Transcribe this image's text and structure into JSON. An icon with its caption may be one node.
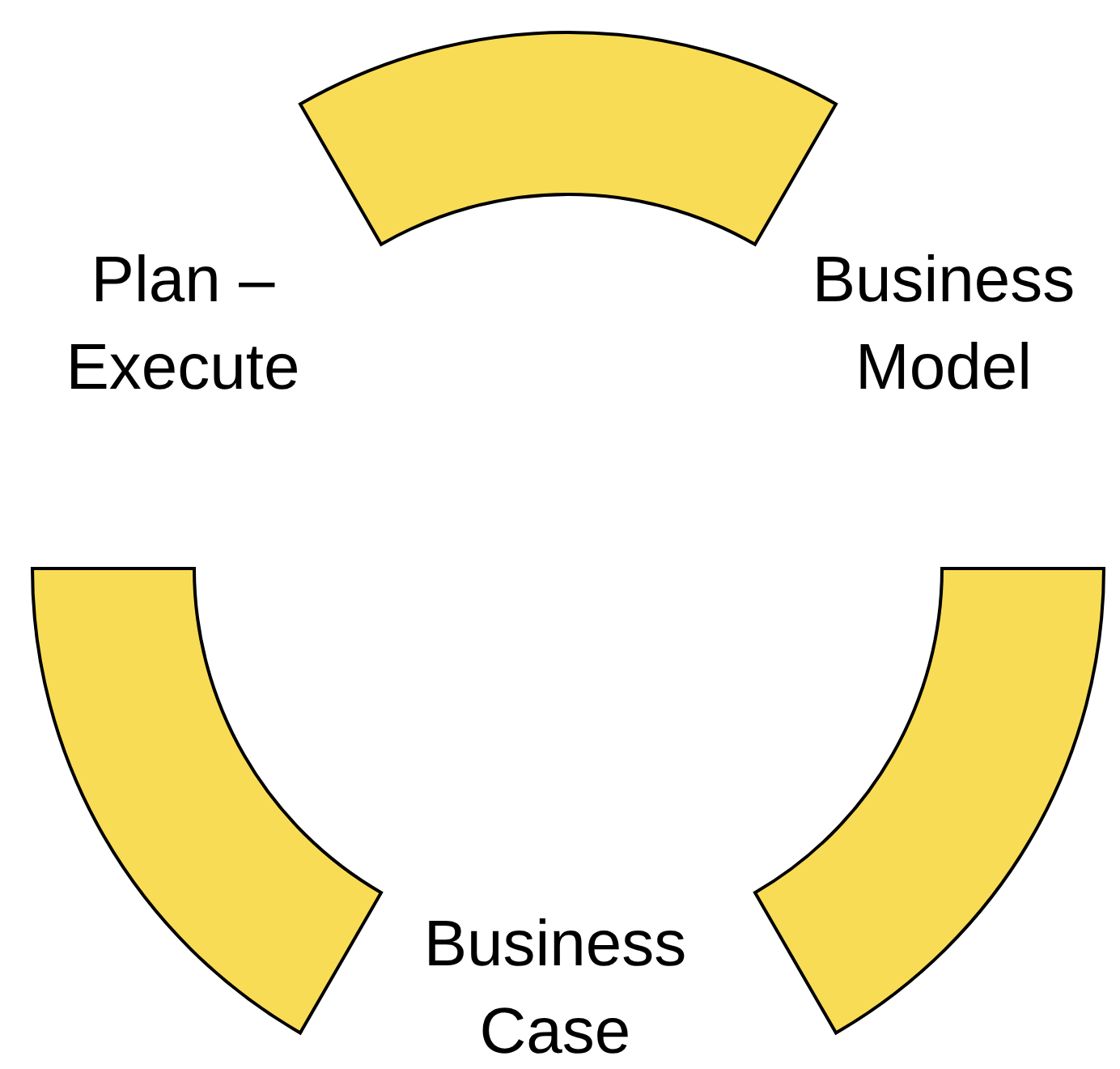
{
  "diagram": {
    "nodes": [
      {
        "text": [
          "Plan – Execute"
        ]
      },
      {
        "text": [
          "Business Model"
        ]
      },
      {
        "text": [
          "Business Case"
        ]
      }
    ],
    "edges": [
      {
        "from": 0,
        "to": 1,
        "arrow": "none",
        "style": "thick"
      },
      {
        "from": 1,
        "to": 2,
        "arrow": "none",
        "style": "thick"
      },
      {
        "from": 2,
        "to": 0,
        "arrow": "none",
        "style": "thick"
      }
    ]
  }
}
